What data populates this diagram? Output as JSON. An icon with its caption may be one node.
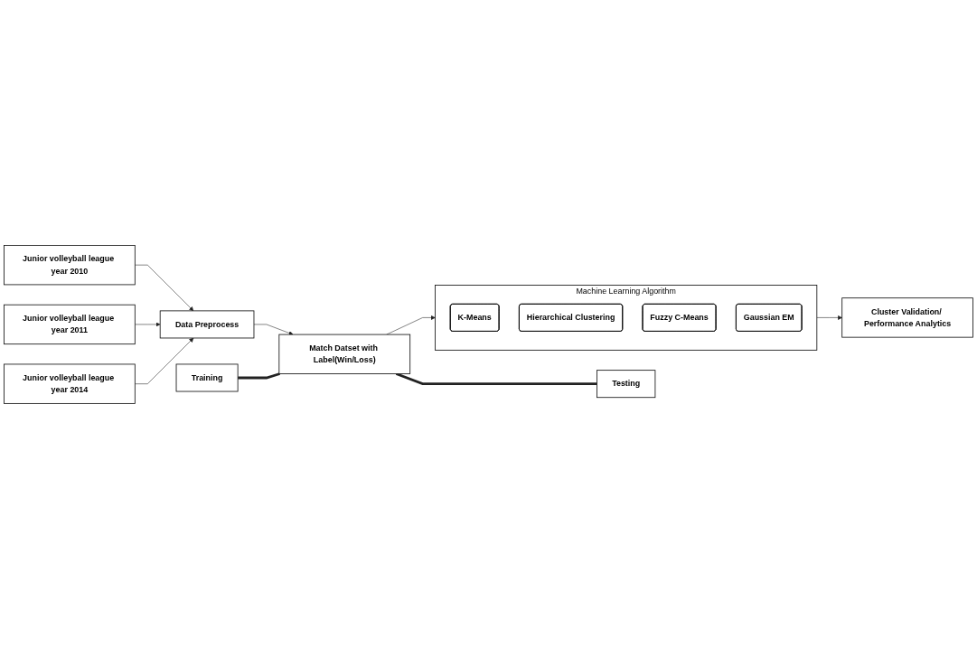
{
  "diagram": {
    "nodes": [
      {
        "text": [
          "Junior volleyball league year 2010"
        ]
      },
      {
        "text": [
          "Junior volleyball league year 2011"
        ]
      },
      {
        "text": [
          "Junior volleyball league year 2014"
        ]
      },
      {
        "text": [
          "Data Preprocess"
        ]
      },
      {
        "text": [
          "Training"
        ]
      },
      {
        "text": [
          "Match Datset with Label(Win/Loss)"
        ]
      },
      {
        "text": [
          "Testing"
        ]
      },
      {
        "text": [
          "Machine Learning Algorithm"
        ]
      },
      {
        "text": [
          "K-Means"
        ],
        "in": 7
      },
      {
        "text": [
          "Hierarchical Clustering"
        ],
        "in": 7
      },
      {
        "text": [
          "Fuzzy C-Means"
        ],
        "in": 7
      },
      {
        "text": [
          "Gaussian EM"
        ],
        "in": 7
      },
      {
        "text": [
          "Cluster Validation/ Performance Analytics"
        ]
      }
    ],
    "edges": [
      {
        "from": 0,
        "to": 3,
        "arrow": "to"
      },
      {
        "from": 1,
        "to": 3,
        "arrow": "to"
      },
      {
        "from": 2,
        "to": 3,
        "arrow": "to"
      },
      {
        "from": 3,
        "to": 5,
        "arrow": "to"
      },
      {
        "from": 4,
        "to": 5,
        "arrow": "none",
        "style": "thick"
      },
      {
        "from": 5,
        "to": 6,
        "arrow": "none",
        "style": "thick"
      },
      {
        "from": 5,
        "to": 7,
        "arrow": "to"
      },
      {
        "from": 7,
        "to": 12,
        "arrow": "to"
      }
    ]
  }
}
